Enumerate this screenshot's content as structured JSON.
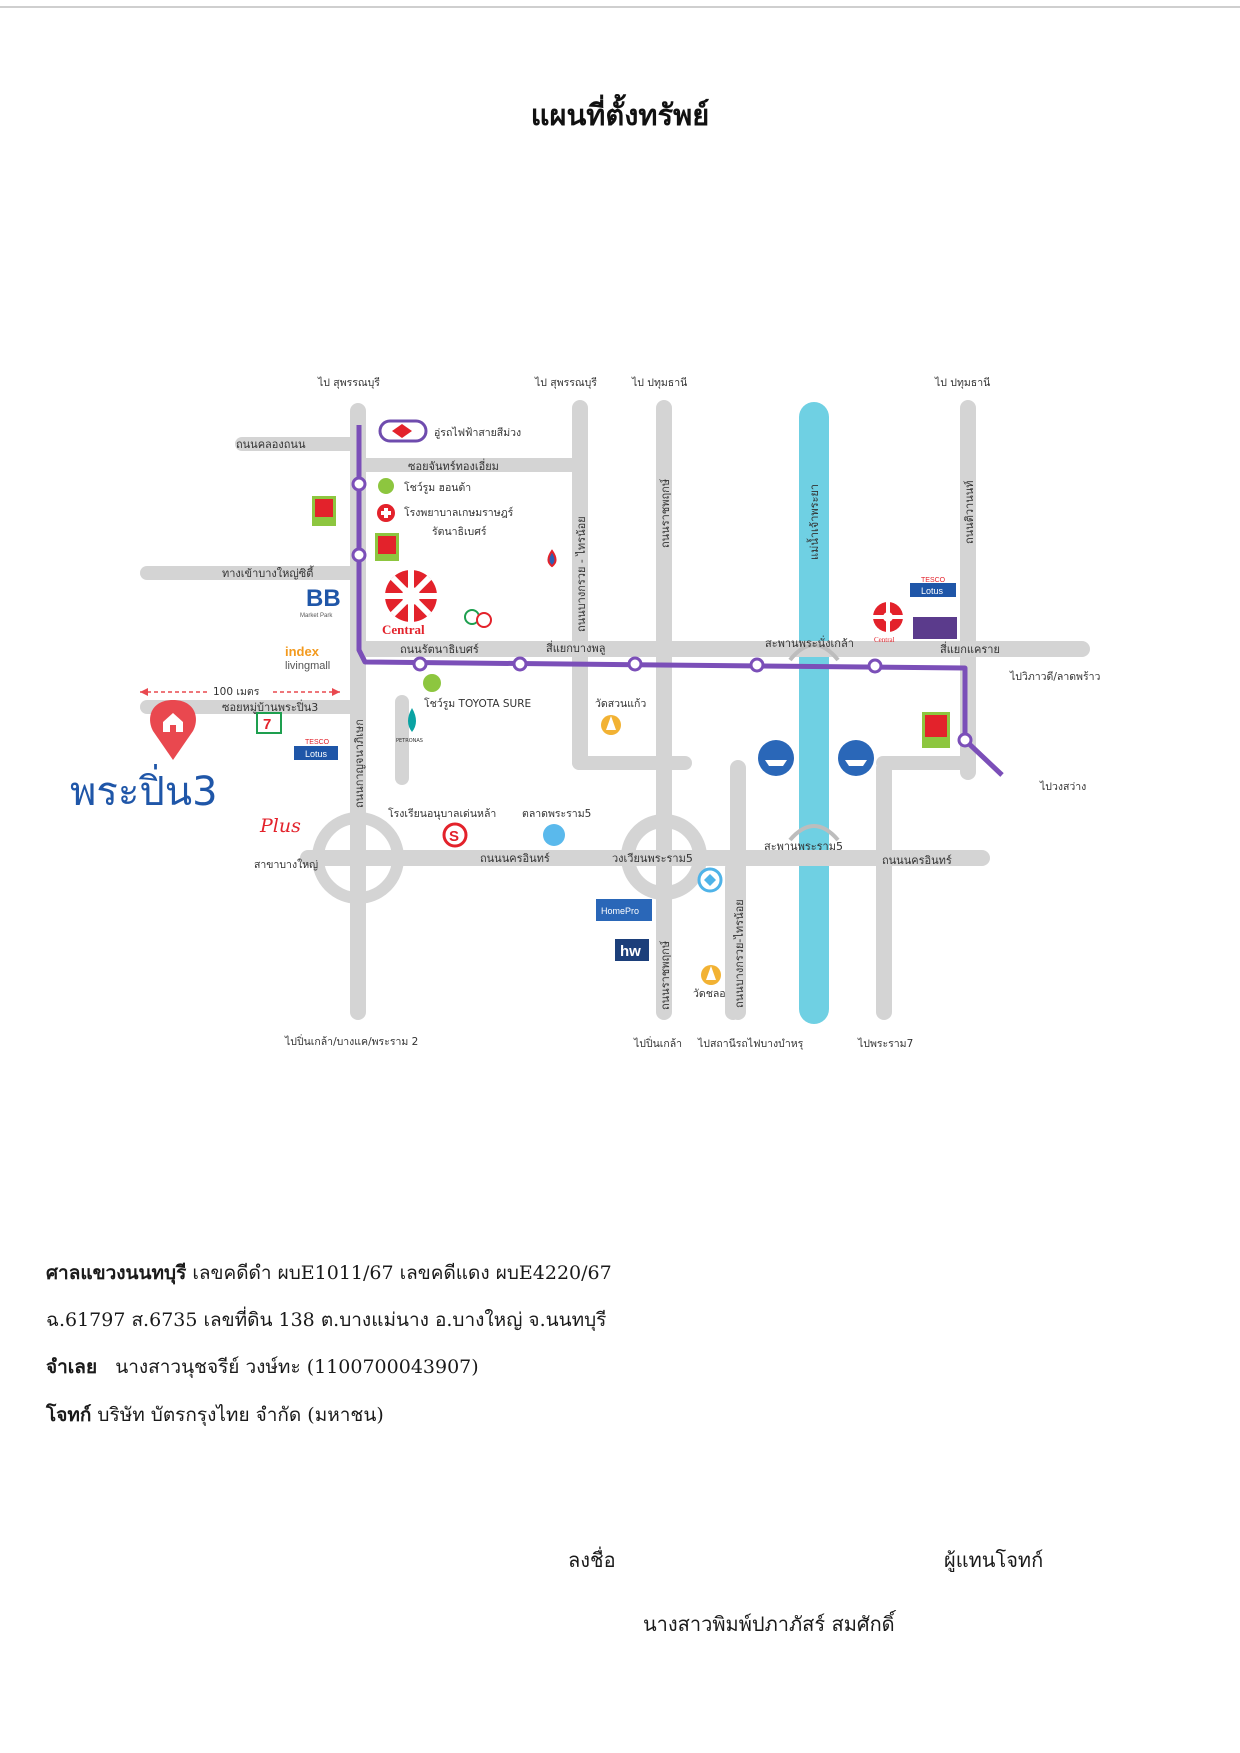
{
  "page": {
    "title": "แผนที่ตั้งทรัพย์"
  },
  "map": {
    "directions": {
      "top_1": "ไป สุพรรณบุรี",
      "top_2": "ไป สุพรรณบุรี",
      "top_3": "ไป ปทุมธานี",
      "top_4": "ไป ปทุมธานี",
      "right_1": "ไปวิภาวดี/ลาดพร้าว",
      "right_2": "ไปวงสว่าง",
      "bottom_1": "ไปปิ่นเกล้า/บางแค/พระราม 2",
      "bottom_2": "ไปปิ่นเกล้า",
      "bottom_3": "ไปสถานีรถไฟบางบำหรุ",
      "bottom_4": "ไปพระราม7"
    },
    "roads": {
      "klong_thanon": "ถนนคลองถนน",
      "soi_jan": "ซอยจันทร์ทองเอี่ยม",
      "bang_yai_city_entrance": "ทางเข้าบางใหญ่ซิตี้",
      "rattanathibet": "ถนนรัตนาธิเบศร์",
      "soi_village": "ซอยหมู่บ้านพระปิ่น3",
      "kanchanaphisek": "ถนนกาญจนาภิเษก",
      "bang_kruai_sai_noi_1": "ถนนบางกรวย - ไทรน้อย",
      "ratchaphruek_1": "ถนนราชพฤกษ์",
      "chao_phraya": "แม่น้ำเจ้าพระยา",
      "tiwanon": "ถนนติวานนท์",
      "nakhon_in_1": "ถนนนครอินทร์",
      "nakhon_in_2": "ถนนนครอินทร์",
      "ratchaphruek_2": "ถนนราชพฤกษ์",
      "bang_kruai_sai_noi_2": "ถนนบางกรวย-ไทรน้อย"
    },
    "junctions": {
      "bang_phlu": "สี่แยกบางพลู",
      "phra_nang_klao_bridge": "สะพานพระนั่งเกล้า",
      "khae_rai": "สี่แยกแคราย",
      "rama5_circle": "วงเวียนพระราม5",
      "rama5_bridge": "สะพานพระราม5"
    },
    "pois": {
      "purple_line_depot": "อู่รถไฟฟ้าสายสีม่วง",
      "showroom_honda": "โชว์รูม ฮอนด้า",
      "hospital_1": "โรงพยาบาลเกษมราษฎร์",
      "hospital_2": "รัตนาธิเบศร์",
      "bb_brand": "BB",
      "bb_sub": "Market Park",
      "central": "Central",
      "index_1": "index",
      "index_2": "livingmall",
      "distance": "100 เมตร",
      "showroom_toyota": "โชว์รูม TOYOTA SURE",
      "petronas": "PETRONAS",
      "wat_suan_kaeo": "วัดสวนแก้ว",
      "tesco_1a": "TESCO",
      "tesco_1b": "Lotus",
      "tesco_2a": "TESCO",
      "tesco_2b": "Lotus",
      "central_small": "Central",
      "school": "โรงเรียนอนุบาลเด่นหล้า",
      "market": "ตลาดพระราม5",
      "plus_brand": "Plus",
      "plus_branch": "สาขาบางใหญ่",
      "homepro": "HomePro",
      "hw": "hw",
      "wat_chalo": "วัดชลอ",
      "project_name": "พระปิ่น3"
    },
    "colors": {
      "road": "#d4d4d4",
      "purple_line": "#7b4fb8",
      "river": "#6fd0e3",
      "pin": "#e9484f",
      "project_text": "#1f56a8",
      "seven_eleven": "#e3222b",
      "honda_green": "#8dc63f"
    }
  },
  "case": {
    "court_label": "ศาลแขวงนนทบุรี",
    "case_numbers": "เลขคดีดำ ผบE1011/67  เลขคดีแดง  ผบE4220/67",
    "deed_info": "ฉ.61797 ส.6735 เลขที่ดิน 138 ต.บางแม่นาง อ.บางใหญ่ จ.นนทบุรี",
    "defendant_label": "จำเลย",
    "defendant_value": "นางสาวนุชจรีย์ วงษ์ทะ  (1100700043907)",
    "plaintiff_label": "โจทก์",
    "plaintiff_value": "บริษัท บัตรกรุงไทย จำกัด (มหาชน)"
  },
  "signature": {
    "sign_label": "ลงชื่อ",
    "role": "ผู้แทนโจทก์",
    "name": "นางสาวพิมพ์ปภาภัสร์ สมศักดิ์"
  }
}
